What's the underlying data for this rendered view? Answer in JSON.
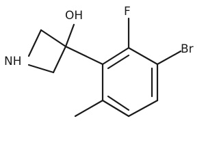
{
  "molecule": {
    "atom_labels": {
      "nh": "NH",
      "oh": "OH",
      "f": "F",
      "br": "Br"
    }
  }
}
